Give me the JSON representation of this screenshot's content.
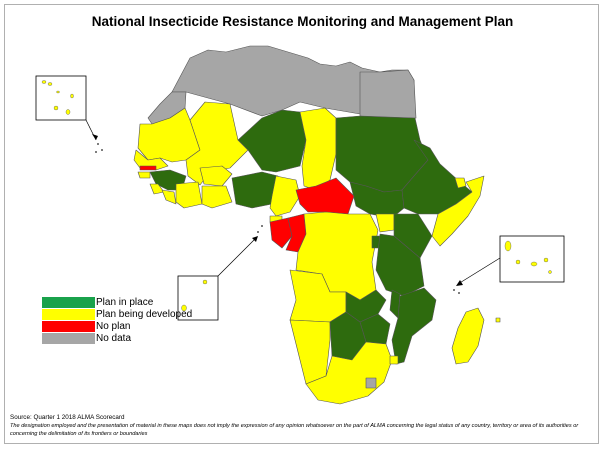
{
  "title": "National Insecticide Resistance Monitoring and Management Plan",
  "colors": {
    "plan_in_place": "#2e6b0e",
    "plan_being_developed": "#ffff00",
    "no_plan": "#ff0000",
    "no_data": "#a6a6a6",
    "legend_green": "#19a24b"
  },
  "legend": [
    {
      "label": "Plan in place",
      "color": "#19a24b"
    },
    {
      "label": "Plan being developed",
      "color": "#ffff00"
    },
    {
      "label": "No plan",
      "color": "#ff0000"
    },
    {
      "label": "No data",
      "color": "#a6a6a6"
    }
  ],
  "source": "Source:  Quarter 1 2018 ALMA Scorecard",
  "disclaimer": "The designation employed and the presentation of material in these maps does not imply the expression of any opinion whatsoever on the part of ALMA concerning the legal status of any country, territory or area of its authorities or concerning the delimitation of its frontiers or boundaries",
  "insets": [
    "cape-verde-inset",
    "sao-tome-inset",
    "comoros-inset"
  ]
}
